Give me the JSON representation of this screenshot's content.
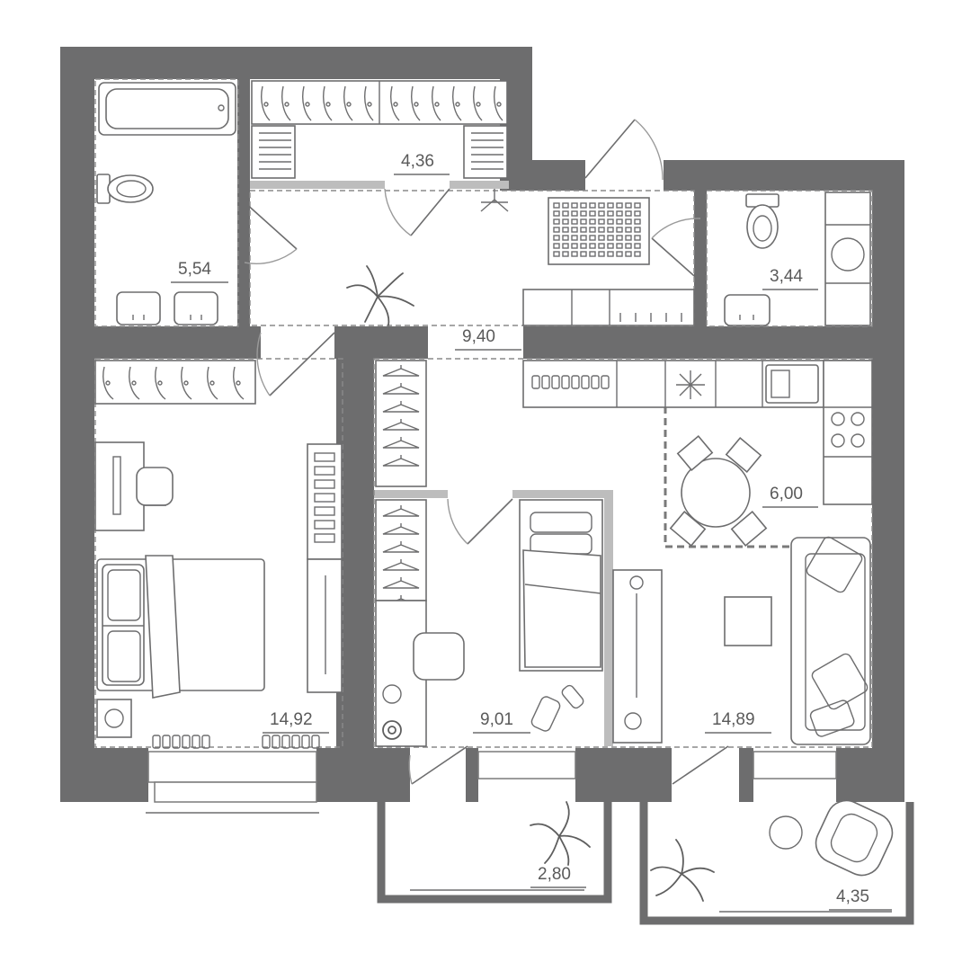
{
  "rooms": [
    {
      "id": "bathroom",
      "area": "5,54"
    },
    {
      "id": "wardrobe",
      "area": "4,36"
    },
    {
      "id": "hallway",
      "area": "9,40"
    },
    {
      "id": "toilet",
      "area": "3,44"
    },
    {
      "id": "bedroom",
      "area": "14,92"
    },
    {
      "id": "kids-room",
      "area": "9,01"
    },
    {
      "id": "kitchen",
      "area": "6,00"
    },
    {
      "id": "living-room",
      "area": "14,89"
    },
    {
      "id": "balcony-left",
      "area": "2,80"
    },
    {
      "id": "balcony-right",
      "area": "4,35"
    }
  ],
  "colors": {
    "wall": "#6d6d6e",
    "partition": "#bdbdbd",
    "label": "#5a5a5a",
    "background": "#ffffff"
  }
}
